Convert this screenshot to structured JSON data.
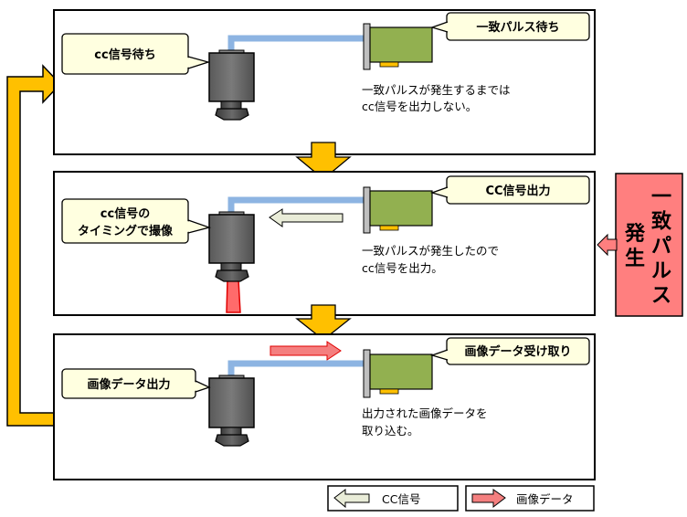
{
  "panels": [
    {
      "camera_label": "cc信号待ち",
      "board_label": "一致パルス待ち",
      "description": [
        "一致パルスが発生するまでは",
        "cc信号を出力しない。"
      ]
    },
    {
      "camera_label": [
        "cc信号の",
        "タイミングで撮像"
      ],
      "board_label": "CC信号出力",
      "description": [
        "一致パルスが発生したので",
        "cc信号を出力。"
      ]
    },
    {
      "camera_label": "画像データ出力",
      "board_label": "画像データ受け取り",
      "description": [
        "出力された画像データを",
        "取り込む。"
      ]
    }
  ],
  "pulse_box": {
    "col1": "一致パルス",
    "col2": "発生"
  },
  "legend": [
    {
      "label": "CC信号",
      "arrow_color": "#e9ecd8"
    },
    {
      "label": "画像データ",
      "arrow_color": "#f47f7f"
    }
  ],
  "colors": {
    "loop_arrow": "#ffc000",
    "flow_arrow": "#ffc000",
    "pulse_box": "#ff7f7f",
    "board": "#92b050",
    "cable": "#8db4e2",
    "callout": "#ffffe0",
    "camera": "#6d6d6d"
  }
}
